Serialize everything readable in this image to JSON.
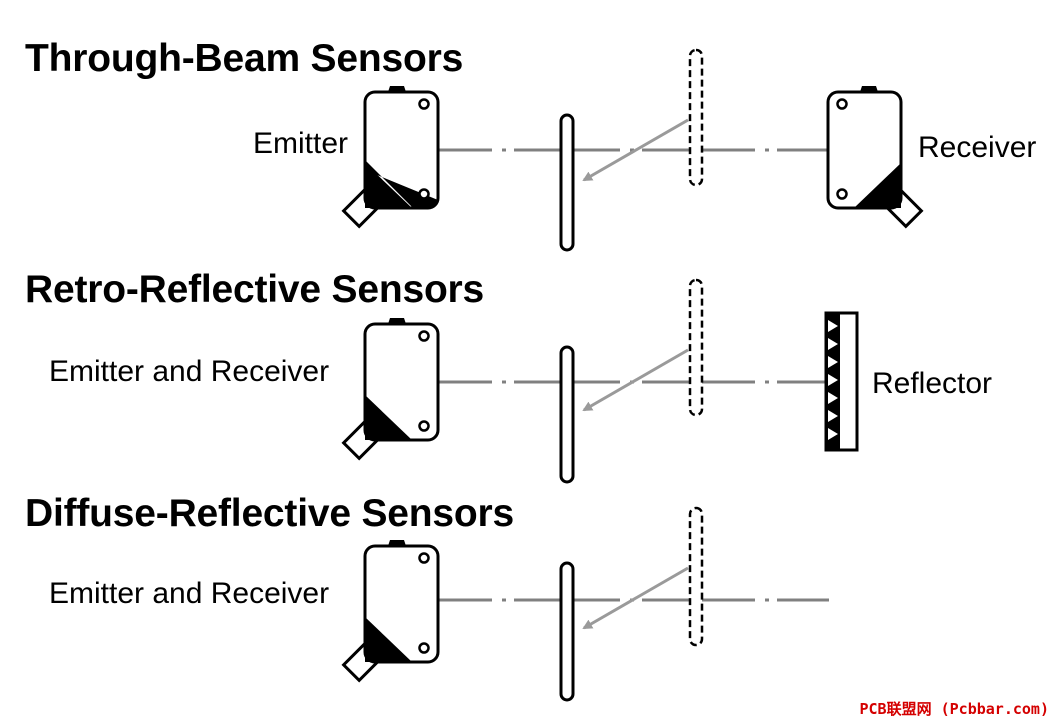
{
  "sections": [
    {
      "title": "Through-Beam Sensors",
      "left_label": "Emitter",
      "right_label": "Receiver"
    },
    {
      "title": "Retro-Reflective Sensors",
      "left_label": "Emitter and Receiver",
      "right_label": "Reflector"
    },
    {
      "title": "Diffuse-Reflective Sensors",
      "left_label": "Emitter and Receiver"
    }
  ],
  "watermark": "PCB联盟网 (Pcbbar.com)",
  "colors": {
    "beam": "#808080",
    "arrow": "#9a9a9a",
    "outline": "#000000",
    "watermark": "#d40000"
  }
}
